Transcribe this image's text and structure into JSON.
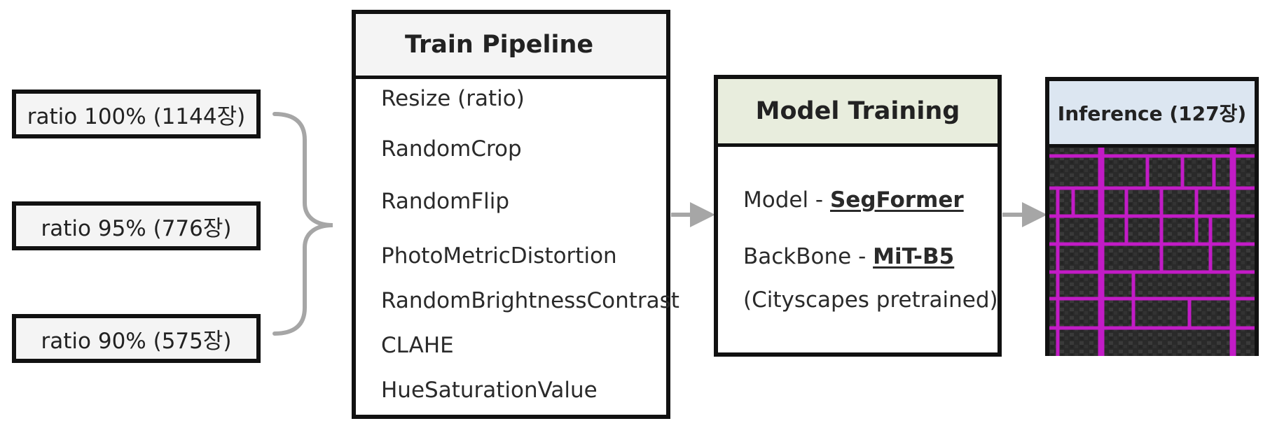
{
  "inputs": [
    {
      "label": "ratio 100% (1144장)"
    },
    {
      "label": "ratio 95% (776장)"
    },
    {
      "label": "ratio 90% (575장)"
    }
  ],
  "train_pipeline": {
    "title": "Train Pipeline",
    "steps": [
      "Resize (ratio)",
      "RandomCrop",
      "RandomFlip",
      "PhotoMetricDistortion",
      "RandomBrightnessContrast",
      "CLAHE",
      "HueSaturationValue"
    ]
  },
  "model_training": {
    "title": "Model Training",
    "model_label": "Model - ",
    "model_value": "SegFormer",
    "backbone_label": "BackBone - ",
    "backbone_value": "MiT-B5",
    "note": "(Cityscapes pretrained)"
  },
  "inference": {
    "title": "Inference (127장)"
  },
  "colors": {
    "train_header_bg": "#f4f4f4",
    "model_header_bg": "#e8eddd",
    "inference_header_bg": "#dce6f1",
    "connector": "#a6a6a6",
    "road_mask": "#c21bc6"
  }
}
